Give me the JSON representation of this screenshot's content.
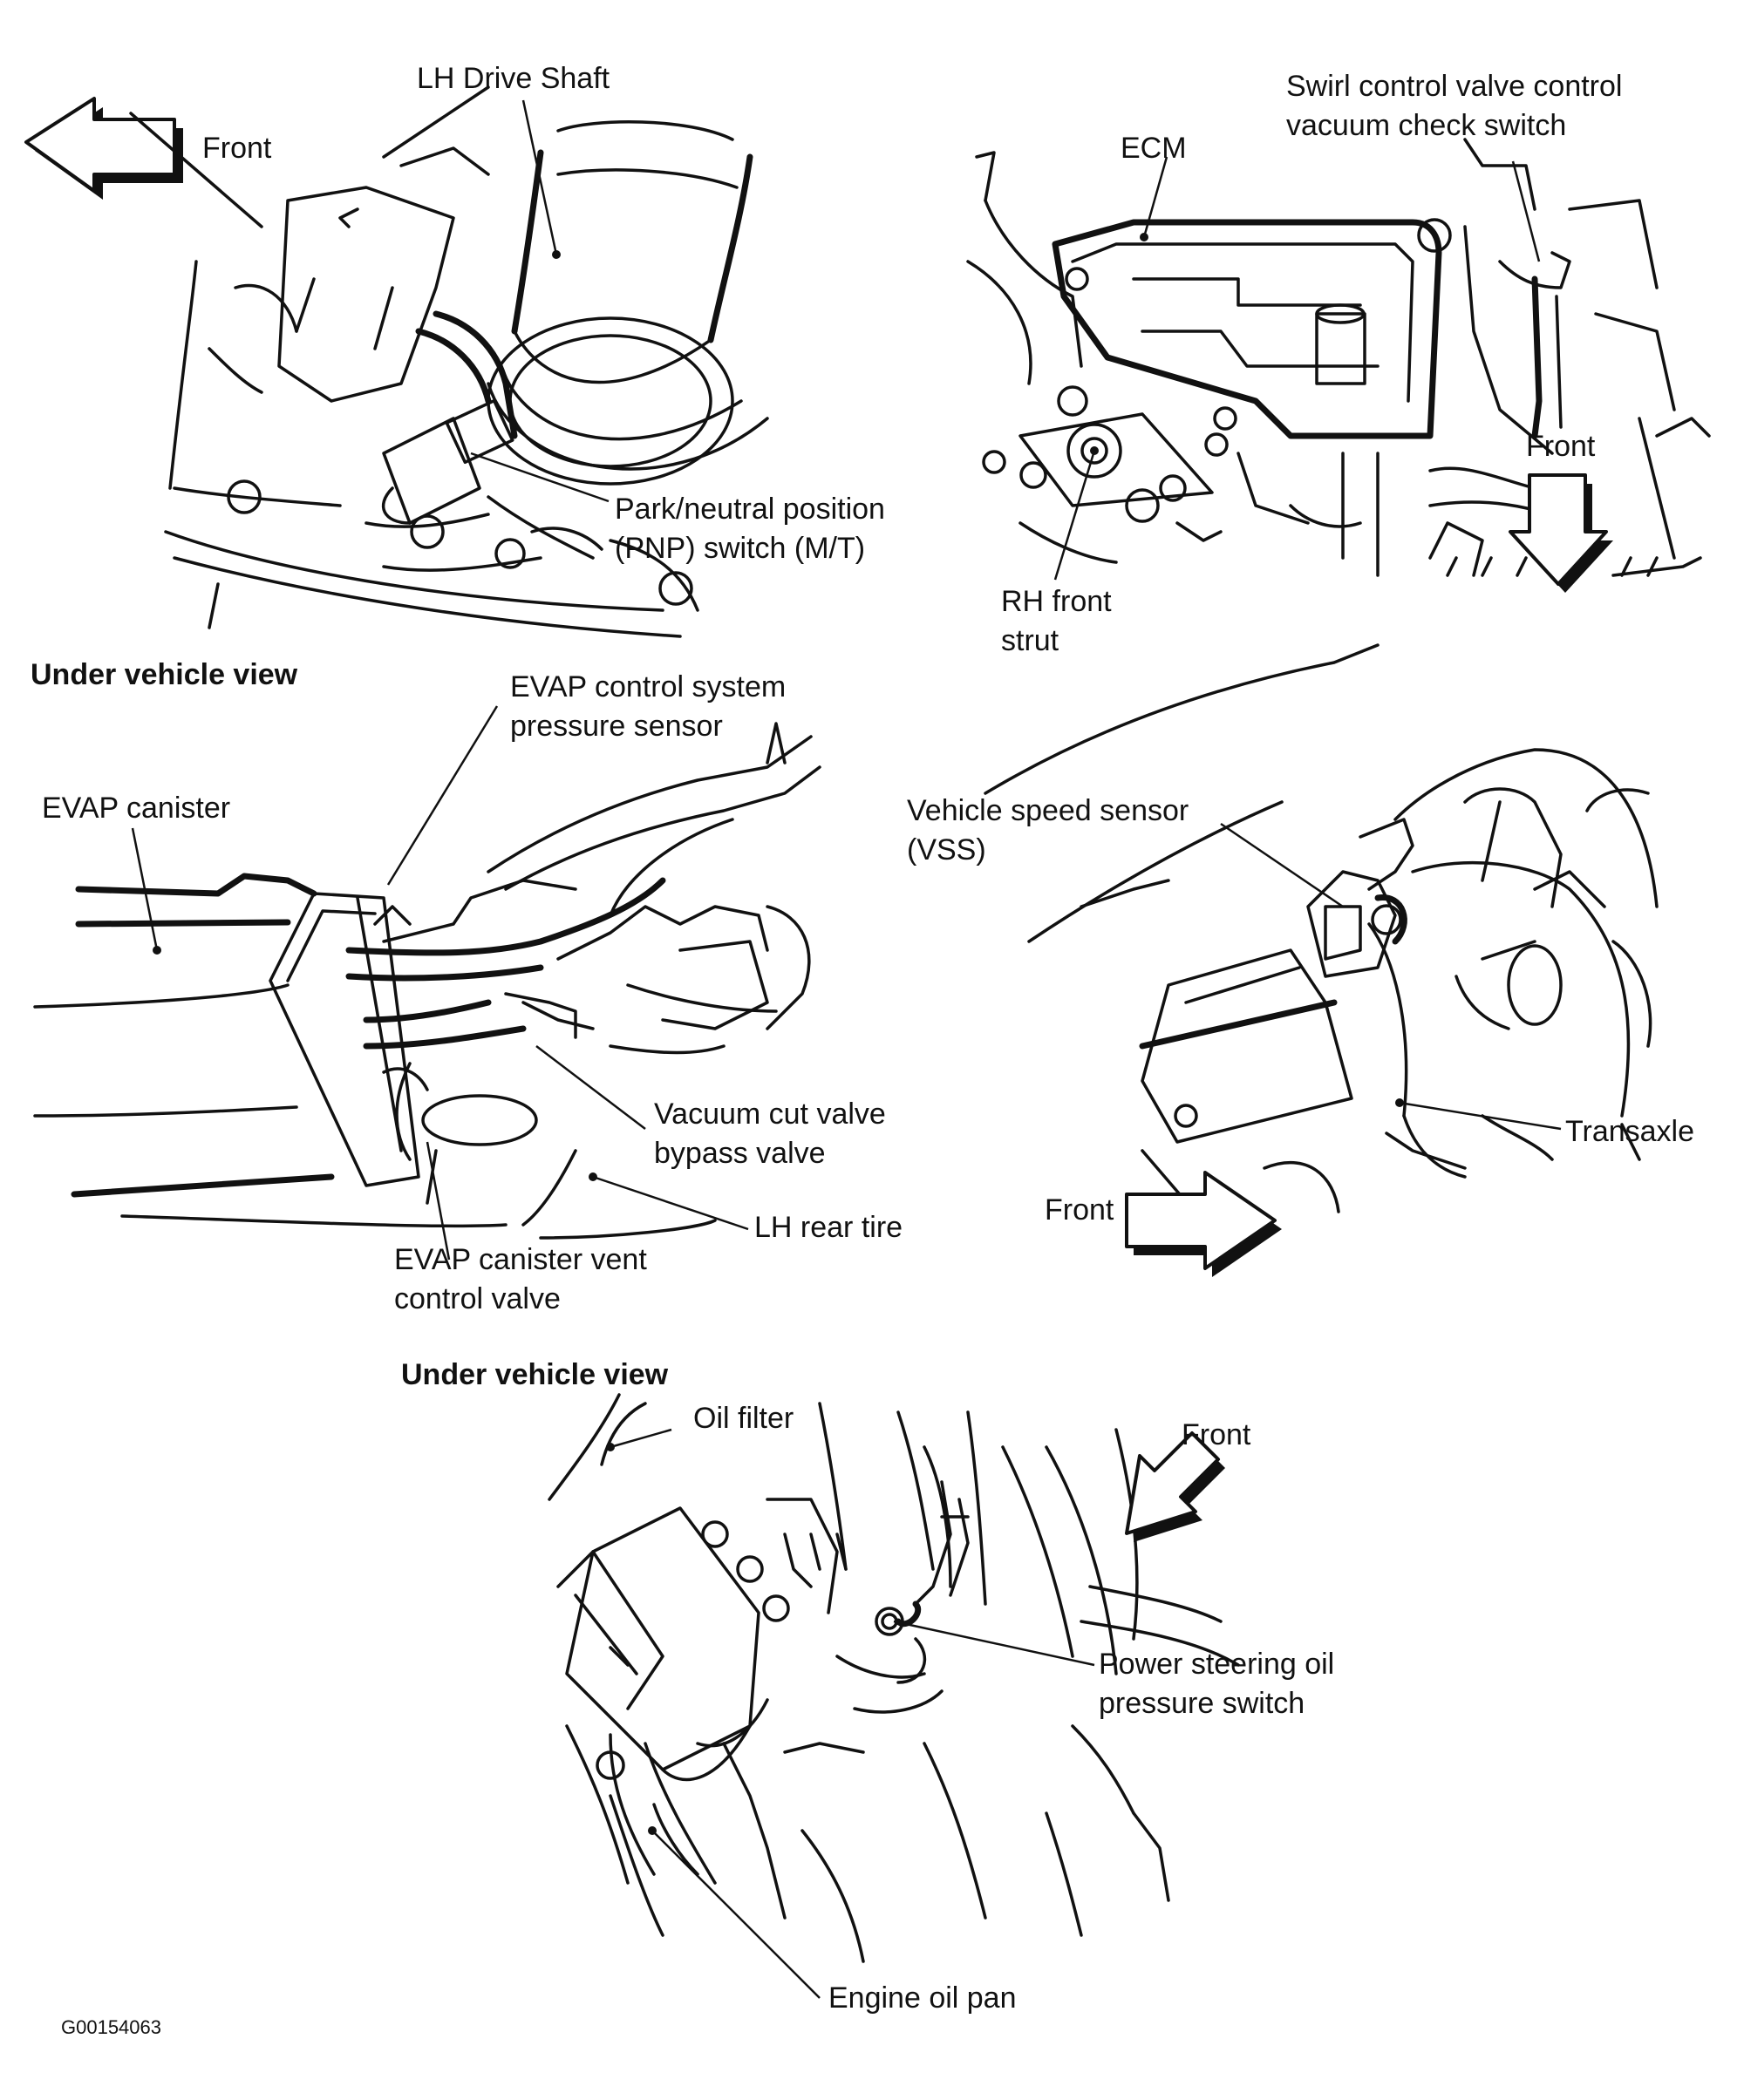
{
  "panels": {
    "pnp": {
      "front": "Front",
      "drive_shaft": "LH Drive Shaft",
      "pnp_switch": [
        "Park/neutral position",
        "(PNP) switch (M/T)"
      ]
    },
    "ecm": {
      "ecm": "ECM",
      "swirl_switch": [
        "Swirl control valve control",
        "vacuum check switch"
      ],
      "front": "Front",
      "strut": [
        "RH front",
        "strut"
      ]
    },
    "evap": {
      "view": "Under vehicle view",
      "pressure_sensor": [
        "EVAP control system",
        "pressure sensor"
      ],
      "canister": "EVAP canister",
      "vacuum_cut": [
        "Vacuum cut valve",
        "bypass valve"
      ],
      "rear_tire": "LH rear tire",
      "vent_valve": [
        "EVAP canister vent",
        "control valve"
      ]
    },
    "vss": {
      "sensor": [
        "Vehicle speed sensor",
        "(VSS)"
      ],
      "transaxle": "Transaxle",
      "front": "Front"
    },
    "oil": {
      "view": "Under vehicle view",
      "oil_filter": "Oil filter",
      "front": "Front",
      "ps_switch": [
        "Power steering oil",
        "pressure switch"
      ],
      "oil_pan": "Engine oil pan"
    }
  },
  "figure_id": "G00154063"
}
